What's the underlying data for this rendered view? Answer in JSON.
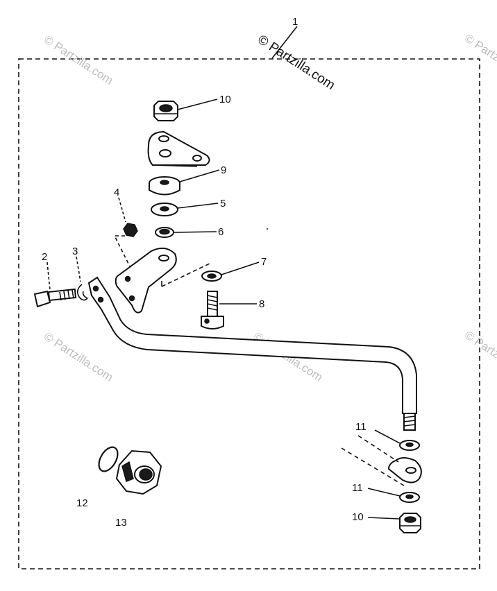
{
  "watermark": {
    "text": "© Partzilla.com"
  },
  "callouts": {
    "c1": "1",
    "c2": "2",
    "c3": "3",
    "c4": "4",
    "c5": "5",
    "c6": "6",
    "c7": "7",
    "c8": "8",
    "c9": "9",
    "c10_top": "10",
    "c10_bottom": "10",
    "c11_top": "11",
    "c11_bottom": "11",
    "c12": "12",
    "c13": "13"
  }
}
